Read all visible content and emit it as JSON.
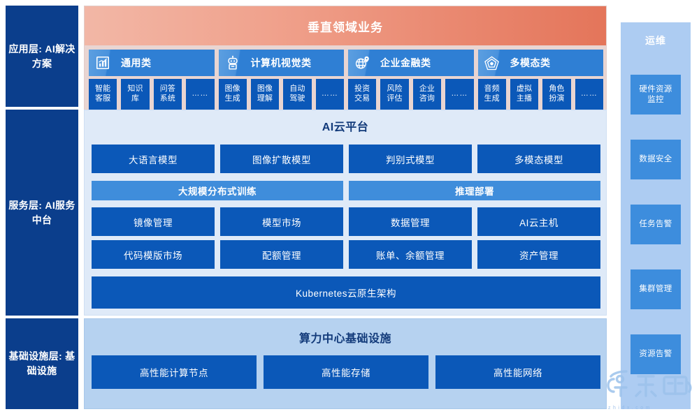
{
  "layers": [
    {
      "id": "application",
      "label": "应用层:\nAI解决方案"
    },
    {
      "id": "service",
      "label": "服务层:\nAI服务中台"
    },
    {
      "id": "infrastructure",
      "label": "基础设施层:\n基础设施"
    }
  ],
  "application": {
    "band_title": "垂直领域业务",
    "categories": [
      {
        "name": "通用类",
        "icon": "bar-chart-icon",
        "tags": [
          "智能\n客服",
          "知识\n库",
          "问答\n系统",
          "……"
        ]
      },
      {
        "name": "计算机视觉类",
        "icon": "robot-face-icon",
        "tags": [
          "图像\n生成",
          "图像\n理解",
          "自动\n驾驶",
          "……"
        ]
      },
      {
        "name": "企业金融类",
        "icon": "globe-pin-icon",
        "tags": [
          "投资\n交易",
          "风险\n评估",
          "企业\n咨询",
          "……"
        ]
      },
      {
        "name": "多模态类",
        "icon": "pentagon-shield-icon",
        "tags": [
          "音频\n生成",
          "虚拟\n主播",
          "角色\n扮演",
          "……"
        ]
      }
    ]
  },
  "service": {
    "title": "AI云平台",
    "rows": [
      {
        "id": "models",
        "style": "dark",
        "items": [
          "大语言模型",
          "图像扩散模型",
          "判别式模型",
          "多模态模型"
        ]
      },
      {
        "id": "training",
        "style": "light",
        "items": [
          "大规模分布式训练",
          "推理部署"
        ]
      },
      {
        "id": "management-1",
        "style": "dark",
        "items": [
          "镜像管理",
          "模型市场",
          "数据管理",
          "AI云主机"
        ]
      },
      {
        "id": "management-2",
        "style": "dark",
        "items": [
          "代码模版市场",
          "配额管理",
          "账单、余额管理",
          "资产管理"
        ]
      },
      {
        "id": "kubernetes",
        "style": "dark",
        "items": [
          "Kubernetes云原生架构"
        ]
      }
    ]
  },
  "infrastructure": {
    "title": "算力中心基础设施",
    "items": [
      "高性能计算节点",
      "高性能存储",
      "高性能网络"
    ]
  },
  "operations": {
    "title": "运维",
    "items": [
      "硬件资源\n监控",
      "数据安全",
      "任务告警",
      "集群管理",
      "资源告警"
    ]
  },
  "watermark": {
    "domain": "zhidx.com"
  },
  "colors": {
    "layer_label_bg": "#0b3e8c",
    "band_gradient_start": "#f2b7a6",
    "band_gradient_end": "#e4755a",
    "app_panel_bg": "#e9d5d2",
    "category_header_bg": "#2f7fd4",
    "tag_bg": "#0b58b8",
    "service_panel_bg": "#dfeaf8",
    "service_box_dark": "#0b58b8",
    "service_box_light": "#3f8ddb",
    "infra_panel_bg": "#b6d2f0",
    "ops_panel_bg": "#adccf2",
    "ops_box_bg": "#3d8ddd"
  }
}
